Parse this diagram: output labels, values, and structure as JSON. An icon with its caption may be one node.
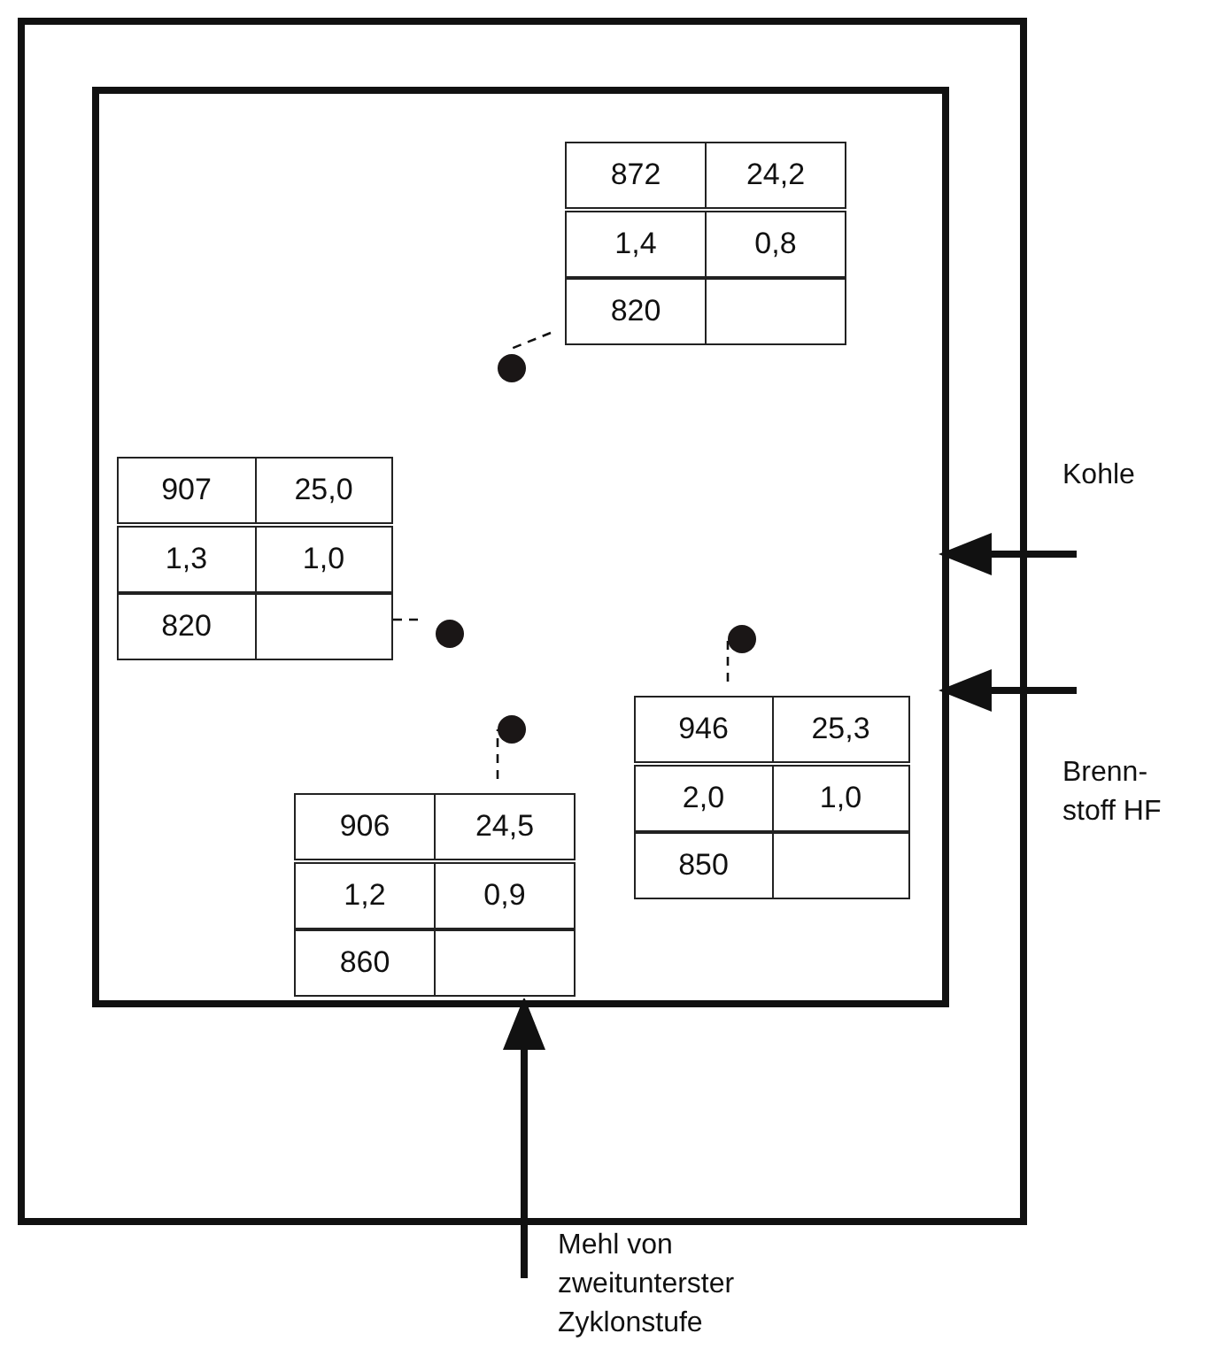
{
  "diagram": {
    "nodes": [
      {
        "text": [],
        "shape": "box"
      },
      {
        "text": [],
        "shape": "box",
        "in": 0
      },
      {
        "text": [
          "872",
          "24,2",
          "1,4",
          "0,8",
          "820"
        ],
        "in": 1
      },
      {
        "text": [],
        "shape": "circle",
        "in": 1
      },
      {
        "text": [
          "907",
          "25,0",
          "1,3",
          "1,0",
          "820"
        ],
        "in": 1
      },
      {
        "text": [],
        "shape": "circle",
        "in": 1
      },
      {
        "text": [],
        "shape": "circle",
        "in": 1
      },
      {
        "text": [],
        "shape": "circle",
        "in": 1
      },
      {
        "text": [
          "946",
          "25,3",
          "2,0",
          "1,0",
          "850"
        ],
        "in": 1
      },
      {
        "text": [
          "906",
          "24,5",
          "1,2",
          "0,9",
          "860"
        ],
        "in": 1
      }
    ],
    "edges": [
      {
        "from": 2,
        "to": 3,
        "arrow": "none",
        "style": "dashed"
      },
      {
        "from": 4,
        "to": 5,
        "arrow": "none",
        "style": "dashed"
      },
      {
        "from": 8,
        "to": 6,
        "arrow": "none",
        "style": "dashed"
      },
      {
        "from": 9,
        "to": 7,
        "arrow": "none",
        "style": "dashed"
      },
      {
        "from": null,
        "to": 1,
        "arrow": "to",
        "style": "thick"
      },
      {
        "from": null,
        "to": 1,
        "arrow": "to",
        "style": "thick"
      },
      {
        "from": null,
        "to": 1,
        "arrow": "to",
        "style": "thick"
      }
    ],
    "labels": [
      "Kohle",
      "Brenn- stoff HF",
      "Mehl von zweitunterster Zyklonstufe"
    ]
  }
}
